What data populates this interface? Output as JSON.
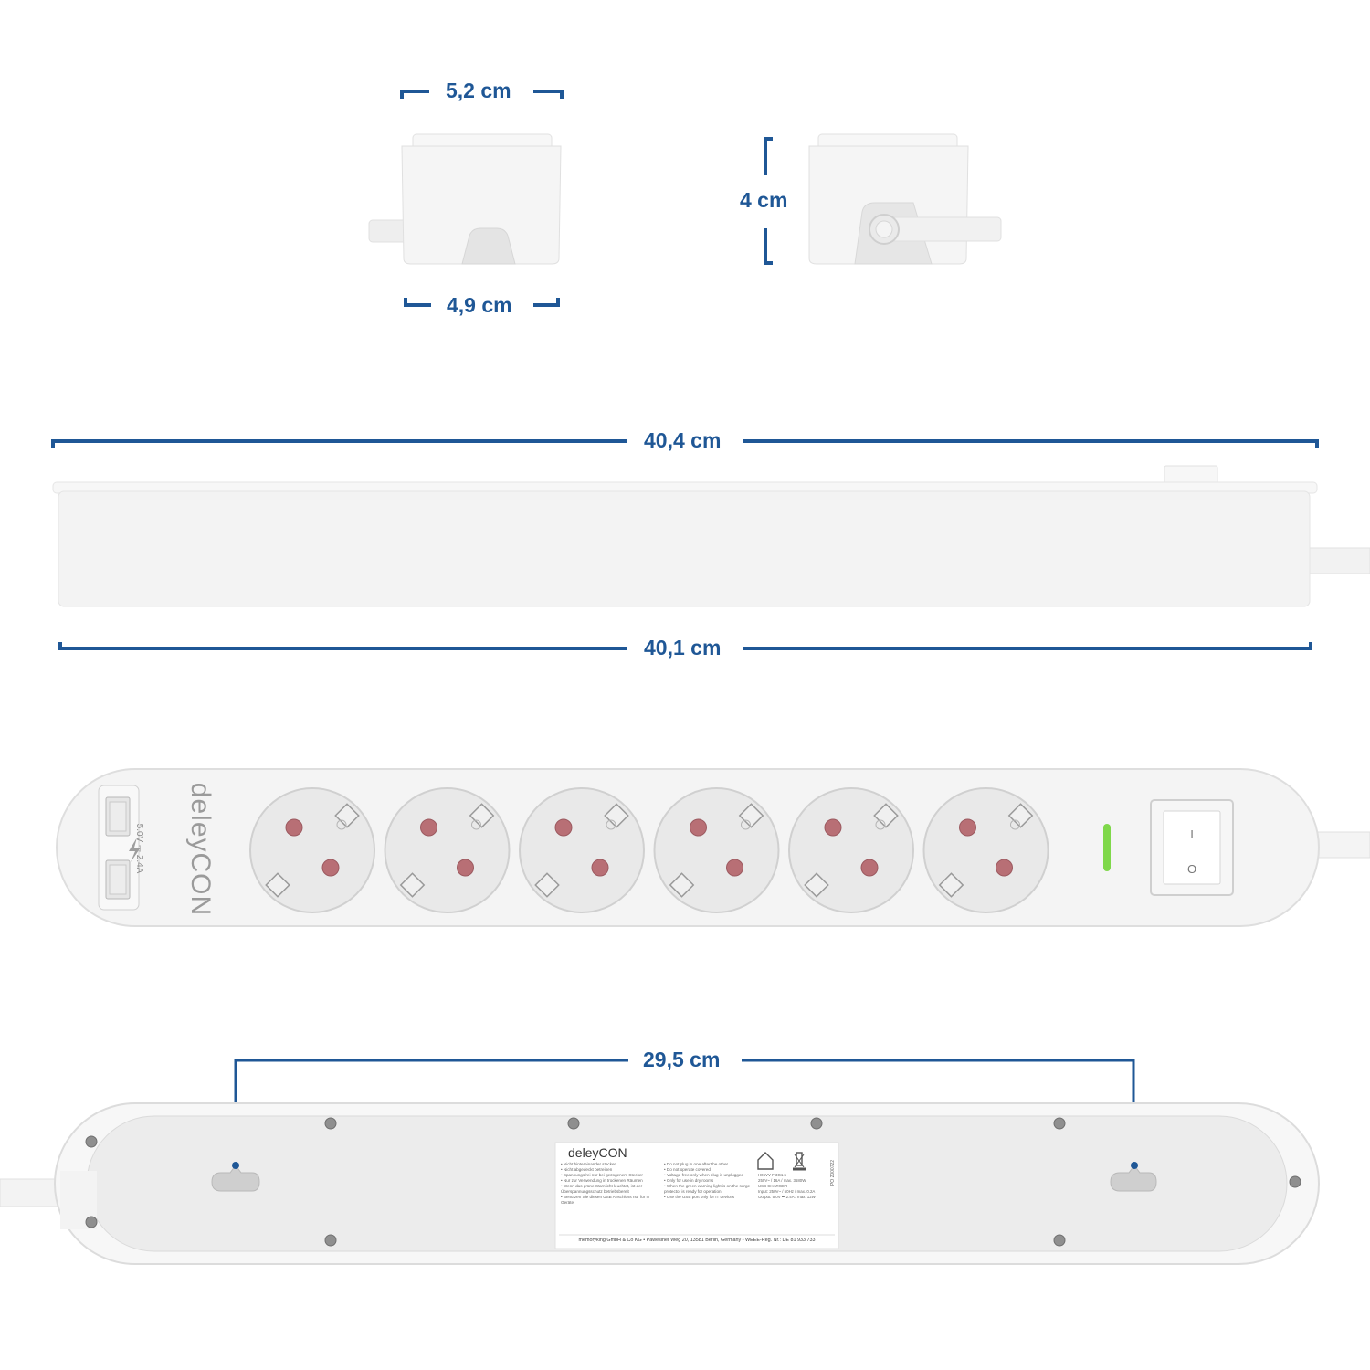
{
  "dimensions": {
    "plug_top_width": "5,2 cm",
    "plug_bottom_width": "4,9 cm",
    "plug_height": "4 cm",
    "strip_top_length": "40,4 cm",
    "strip_body_length": "40,1 cm",
    "mount_hole_spacing": "29,5 cm"
  },
  "product": {
    "brand": "deleyCON",
    "usb_rating": "5.0V ⎓ 2.4A",
    "socket_count": 6,
    "switch_on": "I",
    "switch_off": "O"
  },
  "label": {
    "brand": "deleyCON",
    "instructions_de": [
      "Nicht hintereinander stecken",
      "Nicht abgedeckt betreiben",
      "Spannungsfrei nur bei gezogenem Stecker",
      "Nur zur Verwendung in trockenen Räumen",
      "Wenn das grüne Warnlicht leuchtet, ist der Überspannungsschutz betriebsbereit",
      "Benutzen Sie diesen USB Anschluss nur für IT Geräte"
    ],
    "instructions_en": [
      "Do not plug in one after the other",
      "Do not operate covered",
      "Voltage-free only when plug is unplugged",
      "Only for use in dry rooms",
      "When the green warning light is on the surge protector is ready for operation",
      "Use the USB port only for IT devices"
    ],
    "spec_lines": [
      "H05VV-F 3G1.5",
      "250V~ / 16A / max. 3680W",
      "USB CHARGER",
      "Input: 250V~ / 50Hz / max. 0.2A",
      "Output: 5.0V ⎓ 2.4A / max. 12W"
    ],
    "po_number": "PO 2000722",
    "footer": "memoryking GmbH & Co KG • Päwesiner Weg 20, 13581 Berlin, Germany • WEEE-Reg. Nr.: DE 81 933 733"
  },
  "colors": {
    "dimension_blue": "#1f5796",
    "socket_pin": "#b86f75",
    "indicator_green": "#7fd84a",
    "body_white": "#f4f4f4"
  }
}
